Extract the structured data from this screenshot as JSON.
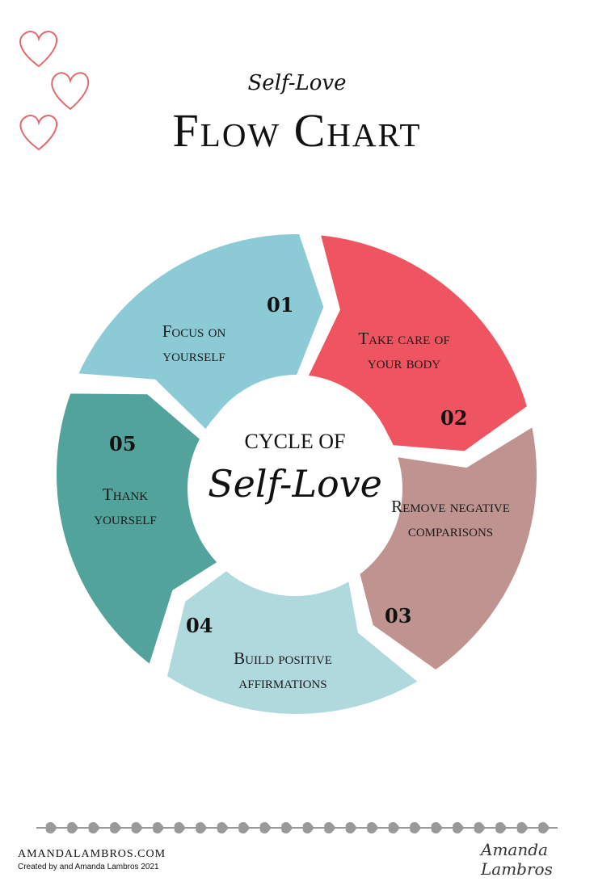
{
  "header": {
    "script_title": "Self-Love",
    "title": "Flow Chart"
  },
  "center": {
    "line1": "CYCLE OF",
    "line2": "Self-Love"
  },
  "steps": [
    {
      "number": "01",
      "label": "Focus on yourself",
      "color": "#ef5561"
    },
    {
      "number": "02",
      "label": "Take care of your body",
      "color": "#bf9490"
    },
    {
      "number": "03",
      "label": "Remove negative comparisons",
      "color": "#b0d9de"
    },
    {
      "number": "04",
      "label": "Build positive affirmations",
      "color": "#52a39b"
    },
    {
      "number": "05",
      "label": "Thank yourself",
      "color": "#8ccad6"
    }
  ],
  "footer": {
    "site": "AMANDALAMBROS.COM",
    "credit": "Created by and   Amanda Lambros 2021",
    "signature": "Amanda Lambros"
  },
  "colors": {
    "hearts": "#e06a70",
    "divider": "#999999"
  }
}
